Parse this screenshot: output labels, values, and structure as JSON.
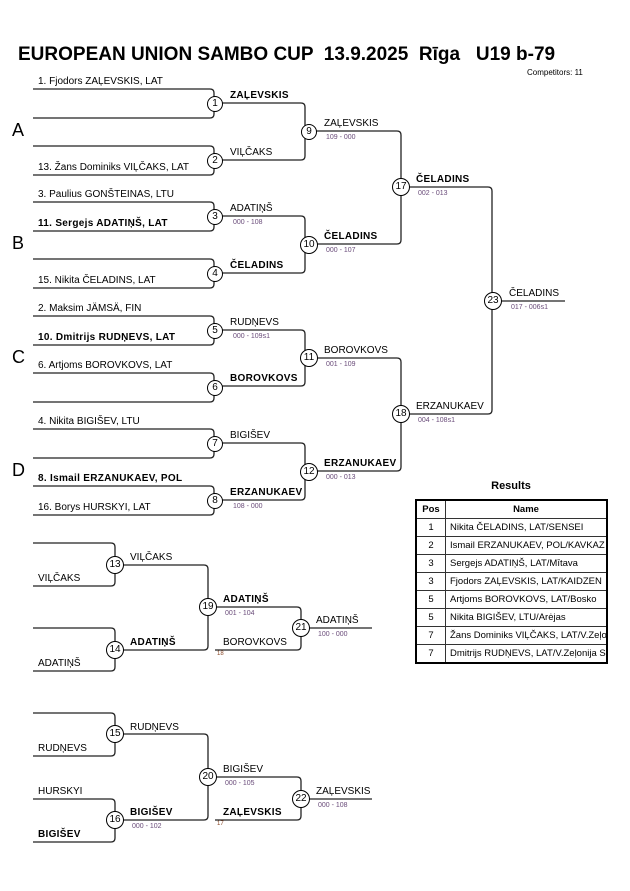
{
  "header": {
    "title": "EUROPEAN UNION SAMBO CUP  13.9.2025  Rīga   U19 b-79",
    "competitors": "Competitors: 11"
  },
  "pools": [
    "A",
    "B",
    "C",
    "D"
  ],
  "entries": {
    "e1": "1. Fjodors ZAĻEVSKIS, LAT",
    "e13": "13. Žans Dominiks VIĻČAKS, LAT",
    "e3": "3. Paulius GONŠTEINAS, LTU",
    "e11": "11. Sergejs ADATIŅŠ, LAT",
    "e15": "15. Nikita ČELADINS, LAT",
    "e2": "2. Maksim JÄMSÄ, FIN",
    "e10": "10. Dmitrijs RUDŅEVS, LAT",
    "e6": "6. Artjoms BOROVKOVS, LAT",
    "e4": "4. Nikita BIGIŠEV, LTU",
    "e8": "8. Ismail ERZANUKAEV, POL",
    "e16": "16. Borys HURSKYI, LAT"
  },
  "matches": {
    "m1": {
      "winner": "ZAĻEVSKIS",
      "score": ""
    },
    "m2": {
      "winner": "VIĻČAKS",
      "score": ""
    },
    "m3": {
      "winner": "ADATIŅŠ",
      "score": "000 - 108"
    },
    "m4": {
      "winner": "ČELADINS",
      "score": ""
    },
    "m5": {
      "winner": "RUDŅEVS",
      "score": "000 - 109s1"
    },
    "m6": {
      "winner": "BOROVKOVS",
      "score": ""
    },
    "m7": {
      "winner": "BIGIŠEV",
      "score": ""
    },
    "m8": {
      "winner": "ERZANUKAEV",
      "score": "108 - 000"
    },
    "m9": {
      "winner": "ZAĻEVSKIS",
      "score": "109 - 000"
    },
    "m10": {
      "winner": "ČELADINS",
      "score": "000 - 107"
    },
    "m11": {
      "winner": "BOROVKOVS",
      "score": "001 - 109"
    },
    "m12": {
      "winner": "ERZANUKAEV",
      "score": "000 - 013"
    },
    "m17": {
      "winner": "ČELADINS",
      "score": "002 - 013"
    },
    "m18": {
      "winner": "ERZANUKAEV",
      "score": "004 - 108s1"
    },
    "m23": {
      "winner": "ČELADINS",
      "score": "017 - 006s1"
    },
    "m13": {
      "winner": "VIĻČAKS",
      "score": ""
    },
    "m14": {
      "winner": "ADATIŅŠ",
      "score": ""
    },
    "m19": {
      "winner": "ADATIŅŠ",
      "score": "001 - 104"
    },
    "m21": {
      "winner": "ADATIŅŠ",
      "score": "100 - 000"
    },
    "m15": {
      "winner": "RUDŅEVS",
      "score": ""
    },
    "m16": {
      "winner": "BIGIŠEV",
      "score": "000 - 102"
    },
    "m20": {
      "winner": "BIGIŠEV",
      "score": "000 - 105"
    },
    "m22": {
      "winner": "ZAĻEVSKIS",
      "score": "000 - 108"
    }
  },
  "repechage": {
    "r13_in": "VIĻČAKS",
    "r14_in": "ADATIŅŠ",
    "r15_in": "RUDŅEVS",
    "r16_in_top": "HURSKYI",
    "r16_in_bottom": "BIGIŠEV",
    "r21_in": "BOROVKOVS",
    "r21_from": "18",
    "r22_in": "ZAĻEVSKIS",
    "r22_from": "17"
  },
  "match_numbers": [
    "1",
    "2",
    "3",
    "4",
    "5",
    "6",
    "7",
    "8",
    "9",
    "10",
    "11",
    "12",
    "13",
    "14",
    "15",
    "16",
    "17",
    "18",
    "19",
    "20",
    "21",
    "22",
    "23"
  ],
  "results": {
    "title": "Results",
    "headers": {
      "pos": "Pos",
      "name": "Name"
    },
    "rows": [
      {
        "pos": "1",
        "name": "Nikita ČELADINS, LAT/SENSEI"
      },
      {
        "pos": "2",
        "name": "Ismail ERZANUKAEV, POL/KAVKAZ"
      },
      {
        "pos": "3",
        "name": "Sergejs ADATIŅŠ, LAT/Mītava"
      },
      {
        "pos": "3",
        "name": "Fjodors ZAĻEVSKIS, LAT/KAIDZEN"
      },
      {
        "pos": "5",
        "name": "Artjoms BOROVKOVS, LAT/Bosko"
      },
      {
        "pos": "5",
        "name": "Nikita BIGIŠEV, LTU/Arėjas"
      },
      {
        "pos": "7",
        "name": "Žans Dominiks VIĻČAKS, LAT/V.Zeļonija SS"
      },
      {
        "pos": "7",
        "name": "Dmitrijs RUDŅEVS, LAT/V.Zeļonija SS"
      }
    ]
  }
}
